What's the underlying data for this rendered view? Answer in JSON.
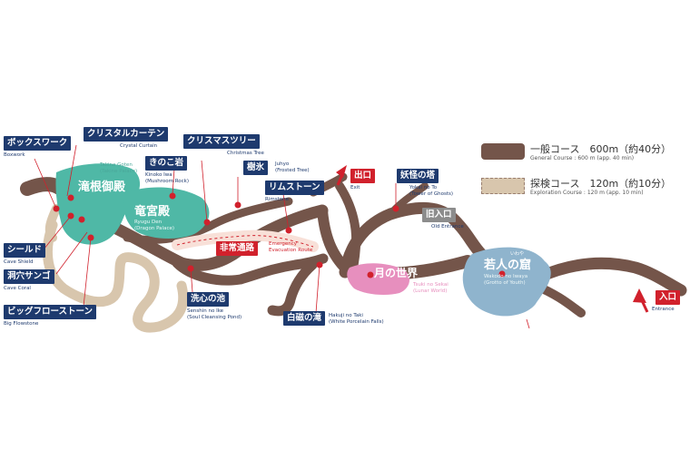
{
  "legend": {
    "general": {
      "label": "一般コース　600m（約40分）",
      "sub": "General Course : 600 m (app. 40 min)",
      "color": "#74554a"
    },
    "exploration": {
      "label": "探検コース　120m（約10分）",
      "sub": "Exploration Course : 120 m (app. 10 min)",
      "color": "#d8c6ad"
    }
  },
  "colors": {
    "cave": "#74554a",
    "exploration": "#d8c6ad",
    "teal": "#4fb8a6",
    "blue": "#8fb4cd",
    "pink": "#e78fbe",
    "emergency": "#f8e0d8",
    "marker": "#d1212c",
    "label_navy": "#1e3a6e"
  },
  "labels": {
    "boxwork": {
      "jp": "ボックスワーク",
      "en": "Boxwork"
    },
    "crystal_curtain": {
      "jp": "クリスタルカーテン",
      "en": "Crystal Curtain"
    },
    "christmas_tree": {
      "jp": "クリスマスツリー",
      "en": "Christmas Tree"
    },
    "kinoko_iwa": {
      "jp": "きのこ岩",
      "en1": "Kinoko Iwa",
      "en2": "(Mushroom Rock)"
    },
    "juhyo": {
      "jp": "樹氷",
      "en1": "Juhyo",
      "en2": "(Frosted Tree)"
    },
    "exit": {
      "jp": "出口",
      "en": "Exit"
    },
    "yokai": {
      "jp": "妖怪の塔",
      "en1": "Yokai no To",
      "en2": "(Tower of Ghosts)"
    },
    "rimstone": {
      "jp": "リムストーン",
      "en": "Rimstone"
    },
    "old_entrance": {
      "jp": "旧入口",
      "en": "Old Entrance"
    },
    "emergency": {
      "jp": "非常通路",
      "en1": "Emergency",
      "en2": "Evacuation Route"
    },
    "shield": {
      "jp": "シールド",
      "en": "Cave Shield"
    },
    "coral": {
      "jp": "洞穴サンゴ",
      "en": "Cave Coral"
    },
    "flowstone": {
      "jp": "ビッグフローストーン",
      "en": "Big Flowstone"
    },
    "senshin": {
      "jp": "洗心の池",
      "en1": "Senshin no Ike",
      "en2": "(Soul Cleansing Pond)"
    },
    "hakuji": {
      "jp": "白磁の滝",
      "en1": "Hakuji no Taki",
      "en2": "(White Porcelain Falls)"
    },
    "entrance": {
      "jp": "入口",
      "en": "Entrance"
    }
  },
  "regions": {
    "takine": {
      "jp": "滝根御殿",
      "en1": "Takine Goten",
      "en2": "(Takine Palace)"
    },
    "ryugu": {
      "jp": "竜宮殿",
      "en1": "Ryugu Den",
      "en2": "(Dragon Palace)"
    },
    "tsuki": {
      "jp": "月の世界",
      "en1": "Tsuki no Sekai",
      "en2": "(Lunar World)"
    },
    "wakodo": {
      "jp": "若人の窟",
      "ruby": "いわや",
      "en1": "Wakodo no Iwaya",
      "en2": "(Grotto of Youth)"
    }
  }
}
